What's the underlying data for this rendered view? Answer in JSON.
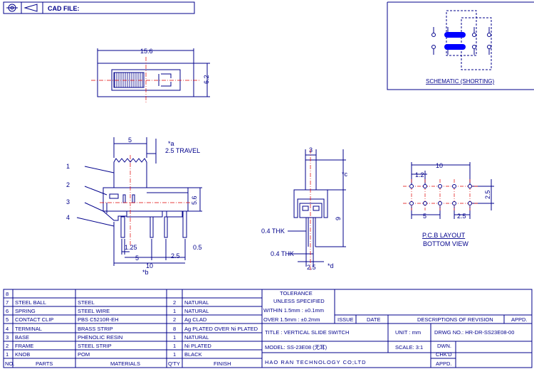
{
  "header": {
    "cad_file_label": "CAD FILE:"
  },
  "schematic": {
    "label": "SCHEMATIC (SHORTING)"
  },
  "top_view": {
    "width_dim": "15.6",
    "height_dim": "6.2"
  },
  "side_view": {
    "dim_knob": "5",
    "note_a": "*a",
    "travel": "2.5 TRAVEL",
    "height_dim": "5.6",
    "dim_pitch_left": "1.25",
    "dim_pitch_5": "5",
    "dim_pitch_25": "2.5",
    "dim_05": "0.5",
    "dim_10": "10",
    "note_b": "*b",
    "callouts": [
      "1",
      "2",
      "3",
      "4"
    ]
  },
  "end_view": {
    "dim_3": "3",
    "note_c": "*c",
    "dim_9": "9",
    "thk_top": "0.4 THK",
    "thk_bottom": "0.4 THK",
    "dim_25": "2.5",
    "note_d": "*d"
  },
  "pcb": {
    "dim_10": "10",
    "dim_12": "1.2",
    "dim_25_right": "2.5",
    "dim_5": "5",
    "dim_25_bottom": "2.5",
    "label_line1": "P.C.B LAYOUT",
    "label_line2": "BOTTOM VIEW"
  },
  "bom": {
    "rows": [
      {
        "no": "8",
        "part": "",
        "material": "",
        "qty": "",
        "finish": ""
      },
      {
        "no": "7",
        "part": "STEEL BALL",
        "material": "STEEL",
        "qty": "2",
        "finish": "NATURAL"
      },
      {
        "no": "6",
        "part": "SPRING",
        "material": "STEEL WIRE",
        "qty": "1",
        "finish": "NATURAL"
      },
      {
        "no": "5",
        "part": "CONTACT CLIP",
        "material": "PBS C5210R-EH",
        "qty": "2",
        "finish": "Ag CLAD"
      },
      {
        "no": "4",
        "part": "TERMINAL",
        "material": "BRASS STRIP",
        "qty": "8",
        "finish": "Ag PLATED OVER Ni PLATED"
      },
      {
        "no": "3",
        "part": "BASE",
        "material": "PHENOLIC RESIN",
        "qty": "1",
        "finish": "NATURAL"
      },
      {
        "no": "2",
        "part": "FRAME",
        "material": "STEEL STRIP",
        "qty": "1",
        "finish": "Ni PLATED"
      },
      {
        "no": "1",
        "part": "KNOB",
        "material": "POM",
        "qty": "1",
        "finish": "BLACK"
      }
    ],
    "headers": {
      "no": "NO.",
      "parts": "PARTS",
      "materials": "MATERIALS",
      "qty": "Q'TY",
      "finish": "FINISH"
    }
  },
  "title_block": {
    "tolerance": "TOLERANCE",
    "unless": "UNLESS  SPECIFIED",
    "within": "WITHIN 1.5mm : ±0.1mm",
    "over": "OVER 1.5mm : ±0.2mm",
    "issue": "ISSUE",
    "date": "DATE",
    "descriptions": "DESCRIPTIONS OF REVISION",
    "appd": "APPD.",
    "title": "TITLE : VERTICAL SLIDE SWITCH",
    "unit": "UNIT :  mm",
    "drwg": "DRWG NO.: HR-DR-SS23E08-00",
    "model": "MODEL: SS-23E08  (无耳)",
    "scale": "SCALE:  3:1",
    "company": "HAO RAN TECHNOLOGY CO;LTD",
    "dwn": "DWN.",
    "chkd": "CHK'D",
    "appd2": "APPD."
  },
  "colors": {
    "line": "#00008b",
    "center": "#e00000",
    "highlight": "#0000ff"
  }
}
